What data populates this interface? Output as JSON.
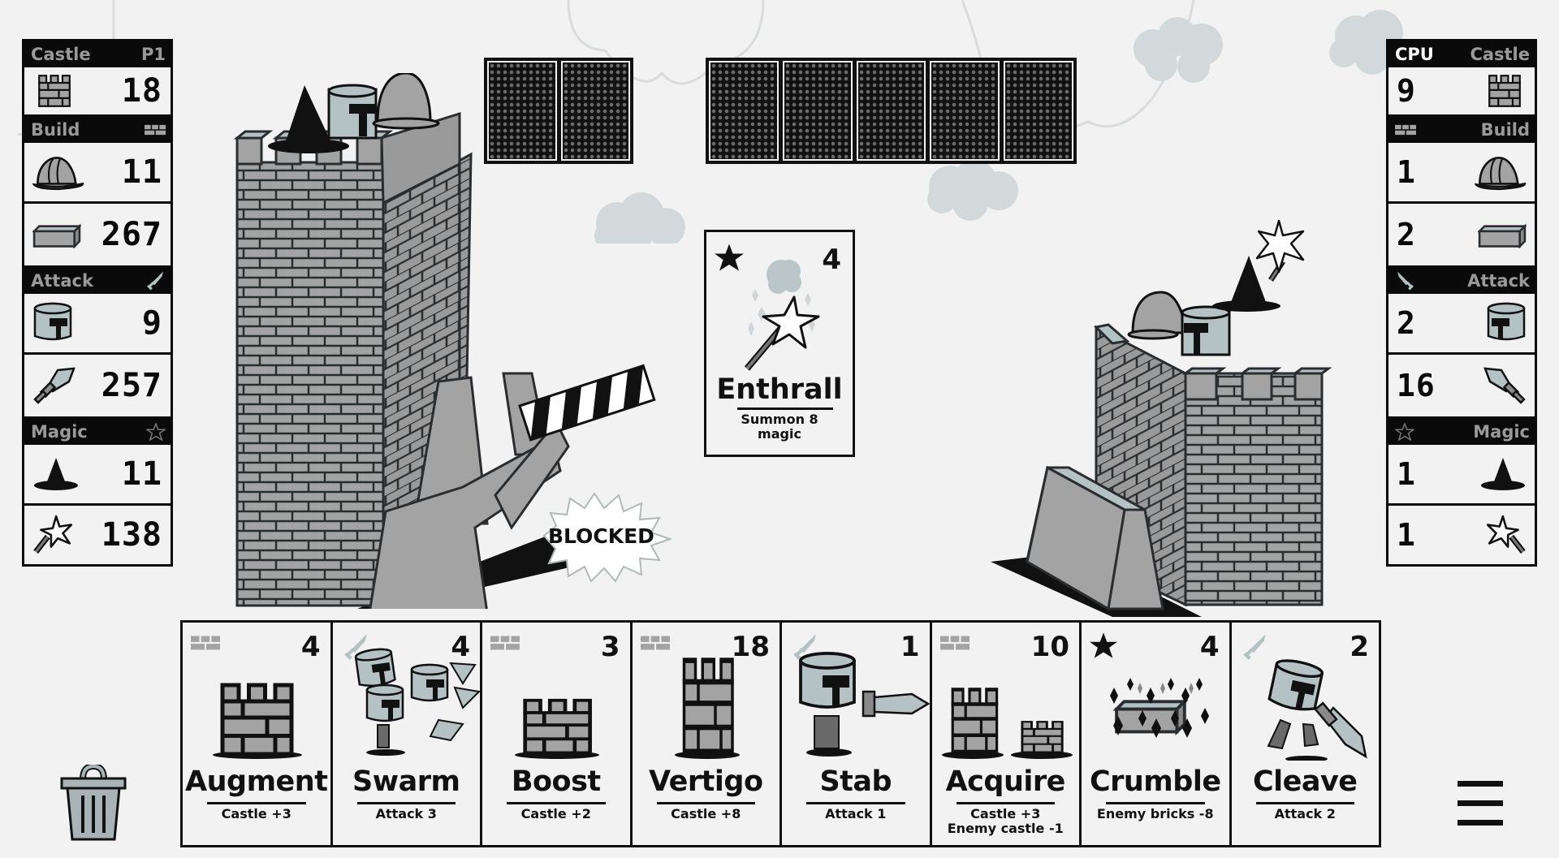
{
  "player": {
    "label": "P1",
    "castle_header": "Castle",
    "castle": 18,
    "build_header": "Build",
    "builders": 11,
    "bricks": 267,
    "attack_header": "Attack",
    "soldiers": 9,
    "weapons": 257,
    "magic_header": "Magic",
    "mages": 11,
    "magic": 138
  },
  "cpu": {
    "label": "CPU",
    "castle_header": "Castle",
    "castle": 9,
    "build_header": "Build",
    "builders": 1,
    "bricks": 2,
    "attack_header": "Attack",
    "soldiers": 2,
    "weapons": 16,
    "magic_header": "Magic",
    "mages": 1,
    "magic": 1
  },
  "decks": {
    "left_count": 2,
    "right_count": 5
  },
  "played_card": {
    "type": "magic",
    "type_icon": "star-icon",
    "cost": 4,
    "name": "Enthrall",
    "desc_line1": "Summon 8",
    "desc_line2": "magic"
  },
  "battle": {
    "status": "BLOCKED"
  },
  "hand": [
    {
      "type": "build",
      "type_icon": "bricks-icon",
      "cost": 4,
      "name": "Augment",
      "desc_line1": "Castle +3",
      "desc_line2": "",
      "art": "castle-icon"
    },
    {
      "type": "attack",
      "type_icon": "sword-icon",
      "cost": 4,
      "name": "Swarm",
      "desc_line1": "Attack 3",
      "desc_line2": "",
      "art": "knights-swarm-icon"
    },
    {
      "type": "build",
      "type_icon": "bricks-icon",
      "cost": 3,
      "name": "Boost",
      "desc_line1": "Castle +2",
      "desc_line2": "",
      "art": "castle-small-icon"
    },
    {
      "type": "build",
      "type_icon": "bricks-icon",
      "cost": 18,
      "name": "Vertigo",
      "desc_line1": "Castle +8",
      "desc_line2": "",
      "art": "tower-icon"
    },
    {
      "type": "attack",
      "type_icon": "sword-icon",
      "cost": 1,
      "name": "Stab",
      "desc_line1": "Attack 1",
      "desc_line2": "",
      "art": "knight-stab-icon"
    },
    {
      "type": "build",
      "type_icon": "bricks-icon",
      "cost": 10,
      "name": "Acquire",
      "desc_line1": "Castle +3",
      "desc_line2": "Enemy castle -1",
      "art": "two-castles-icon"
    },
    {
      "type": "magic",
      "type_icon": "star-icon",
      "cost": 4,
      "name": "Crumble",
      "desc_line1": "Enemy bricks -8",
      "desc_line2": "",
      "art": "crumbling-brick-icon"
    },
    {
      "type": "attack",
      "type_icon": "sword-icon",
      "cost": 2,
      "name": "Cleave",
      "desc_line1": "Attack 2",
      "desc_line2": "",
      "art": "knight-cleave-icon"
    }
  ],
  "controls": {
    "discard": "trash-icon",
    "menu": "hamburger-menu-icon"
  },
  "colors": {
    "background": "#f2f2f2",
    "ink": "#0a0a0a",
    "brick": "#a3a3a3",
    "steel": "#b5c2c4",
    "header_text": "#9a9a9a"
  }
}
